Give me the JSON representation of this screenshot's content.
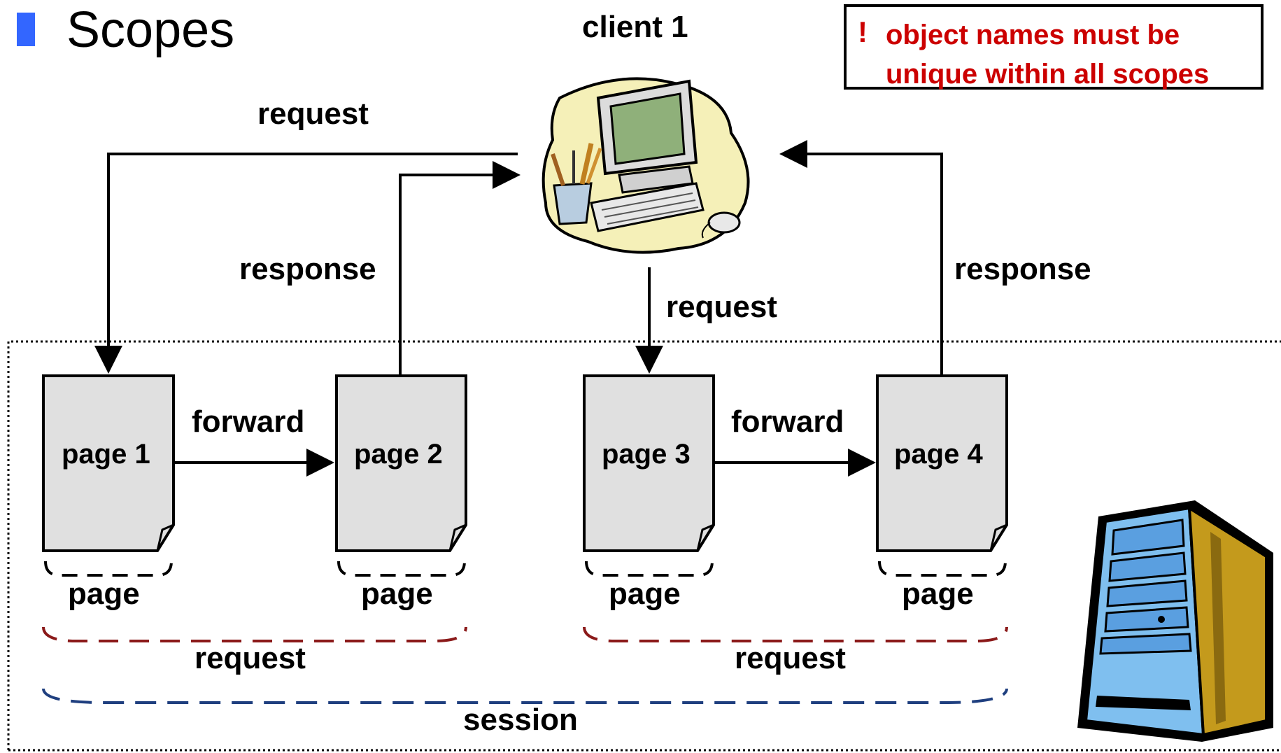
{
  "header": {
    "title": "Scopes",
    "client_label": "client 1"
  },
  "note": {
    "mark": "!",
    "line1": "object names must be",
    "line2": "unique within all scopes",
    "color": "#cc0000"
  },
  "flow": {
    "request_top_left": "request",
    "response_left": "response",
    "request_center": "request",
    "response_right": "response",
    "forward_left": "forward",
    "forward_right": "forward"
  },
  "pages": [
    {
      "label": "page 1",
      "scope": "page"
    },
    {
      "label": "page 2",
      "scope": "page"
    },
    {
      "label": "page 3",
      "scope": "page"
    },
    {
      "label": "page 4",
      "scope": "page"
    }
  ],
  "scopes": {
    "request_left": "request",
    "request_right": "request",
    "session": "session"
  },
  "colors": {
    "page_fill": "#e0e0e0",
    "request_brace": "#8b1a1a",
    "session_brace": "#1f3f7f",
    "bullet": "#3366ff"
  },
  "icons": {
    "client": "desktop-computer-icon",
    "server": "server-tower-icon"
  }
}
